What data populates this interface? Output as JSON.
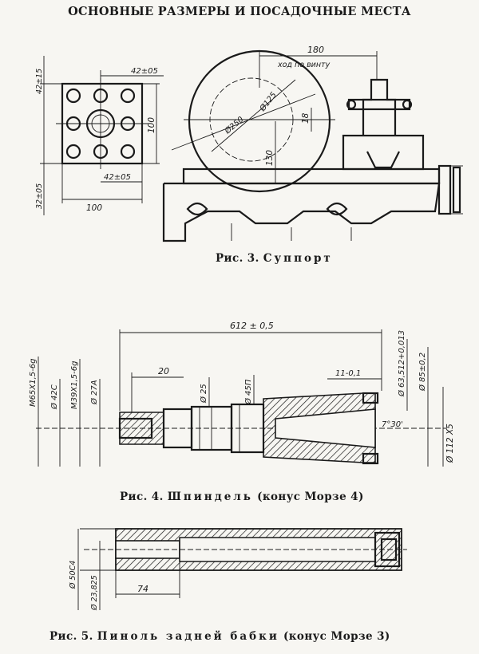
{
  "heading": "ОСНОВНЫЕ РАЗМЕРЫ И ПОСАДОЧНЫЕ МЕСТА",
  "fig3": {
    "caption_prefix": "Рис. 3.",
    "caption_title": "Суппорт",
    "dims": {
      "top_tol": "42±15",
      "top_spacing": "42±05",
      "side_height": "100",
      "bottom_spacing": "42±05",
      "bottom_tol": "32±05",
      "width": "100",
      "travel": "180",
      "travel_note": "ход по винту",
      "d125": "Ø125",
      "d250": "Ø250",
      "h18": "18",
      "h130": "130"
    }
  },
  "fig4": {
    "caption_prefix": "Рис. 4.",
    "caption_title": "Шпиндель",
    "caption_note": "(конус Морзе 4)",
    "dims": {
      "length": "612 ± 0,5",
      "thread1": "M65X1,5-6g",
      "d42": "Ø 42C",
      "thread2": "M39X1,5-6g",
      "d27": "Ø 27A",
      "len20": "20",
      "d25": "Ø 25",
      "d45": "Ø 45П",
      "len11": "11-0,1",
      "d63": "Ø 63,512+0,013",
      "d85": "Ø 85±0,2",
      "angle": "7°30'",
      "d112": "Ø 112 Х5"
    }
  },
  "fig5": {
    "caption_prefix": "Рис. 5.",
    "caption_title": "Пиноль задней бабки",
    "caption_note": "(конус Морзе 3)",
    "dims": {
      "d50": "Ø 50С4",
      "d23": "Ø 23,825",
      "len74": "74"
    }
  }
}
